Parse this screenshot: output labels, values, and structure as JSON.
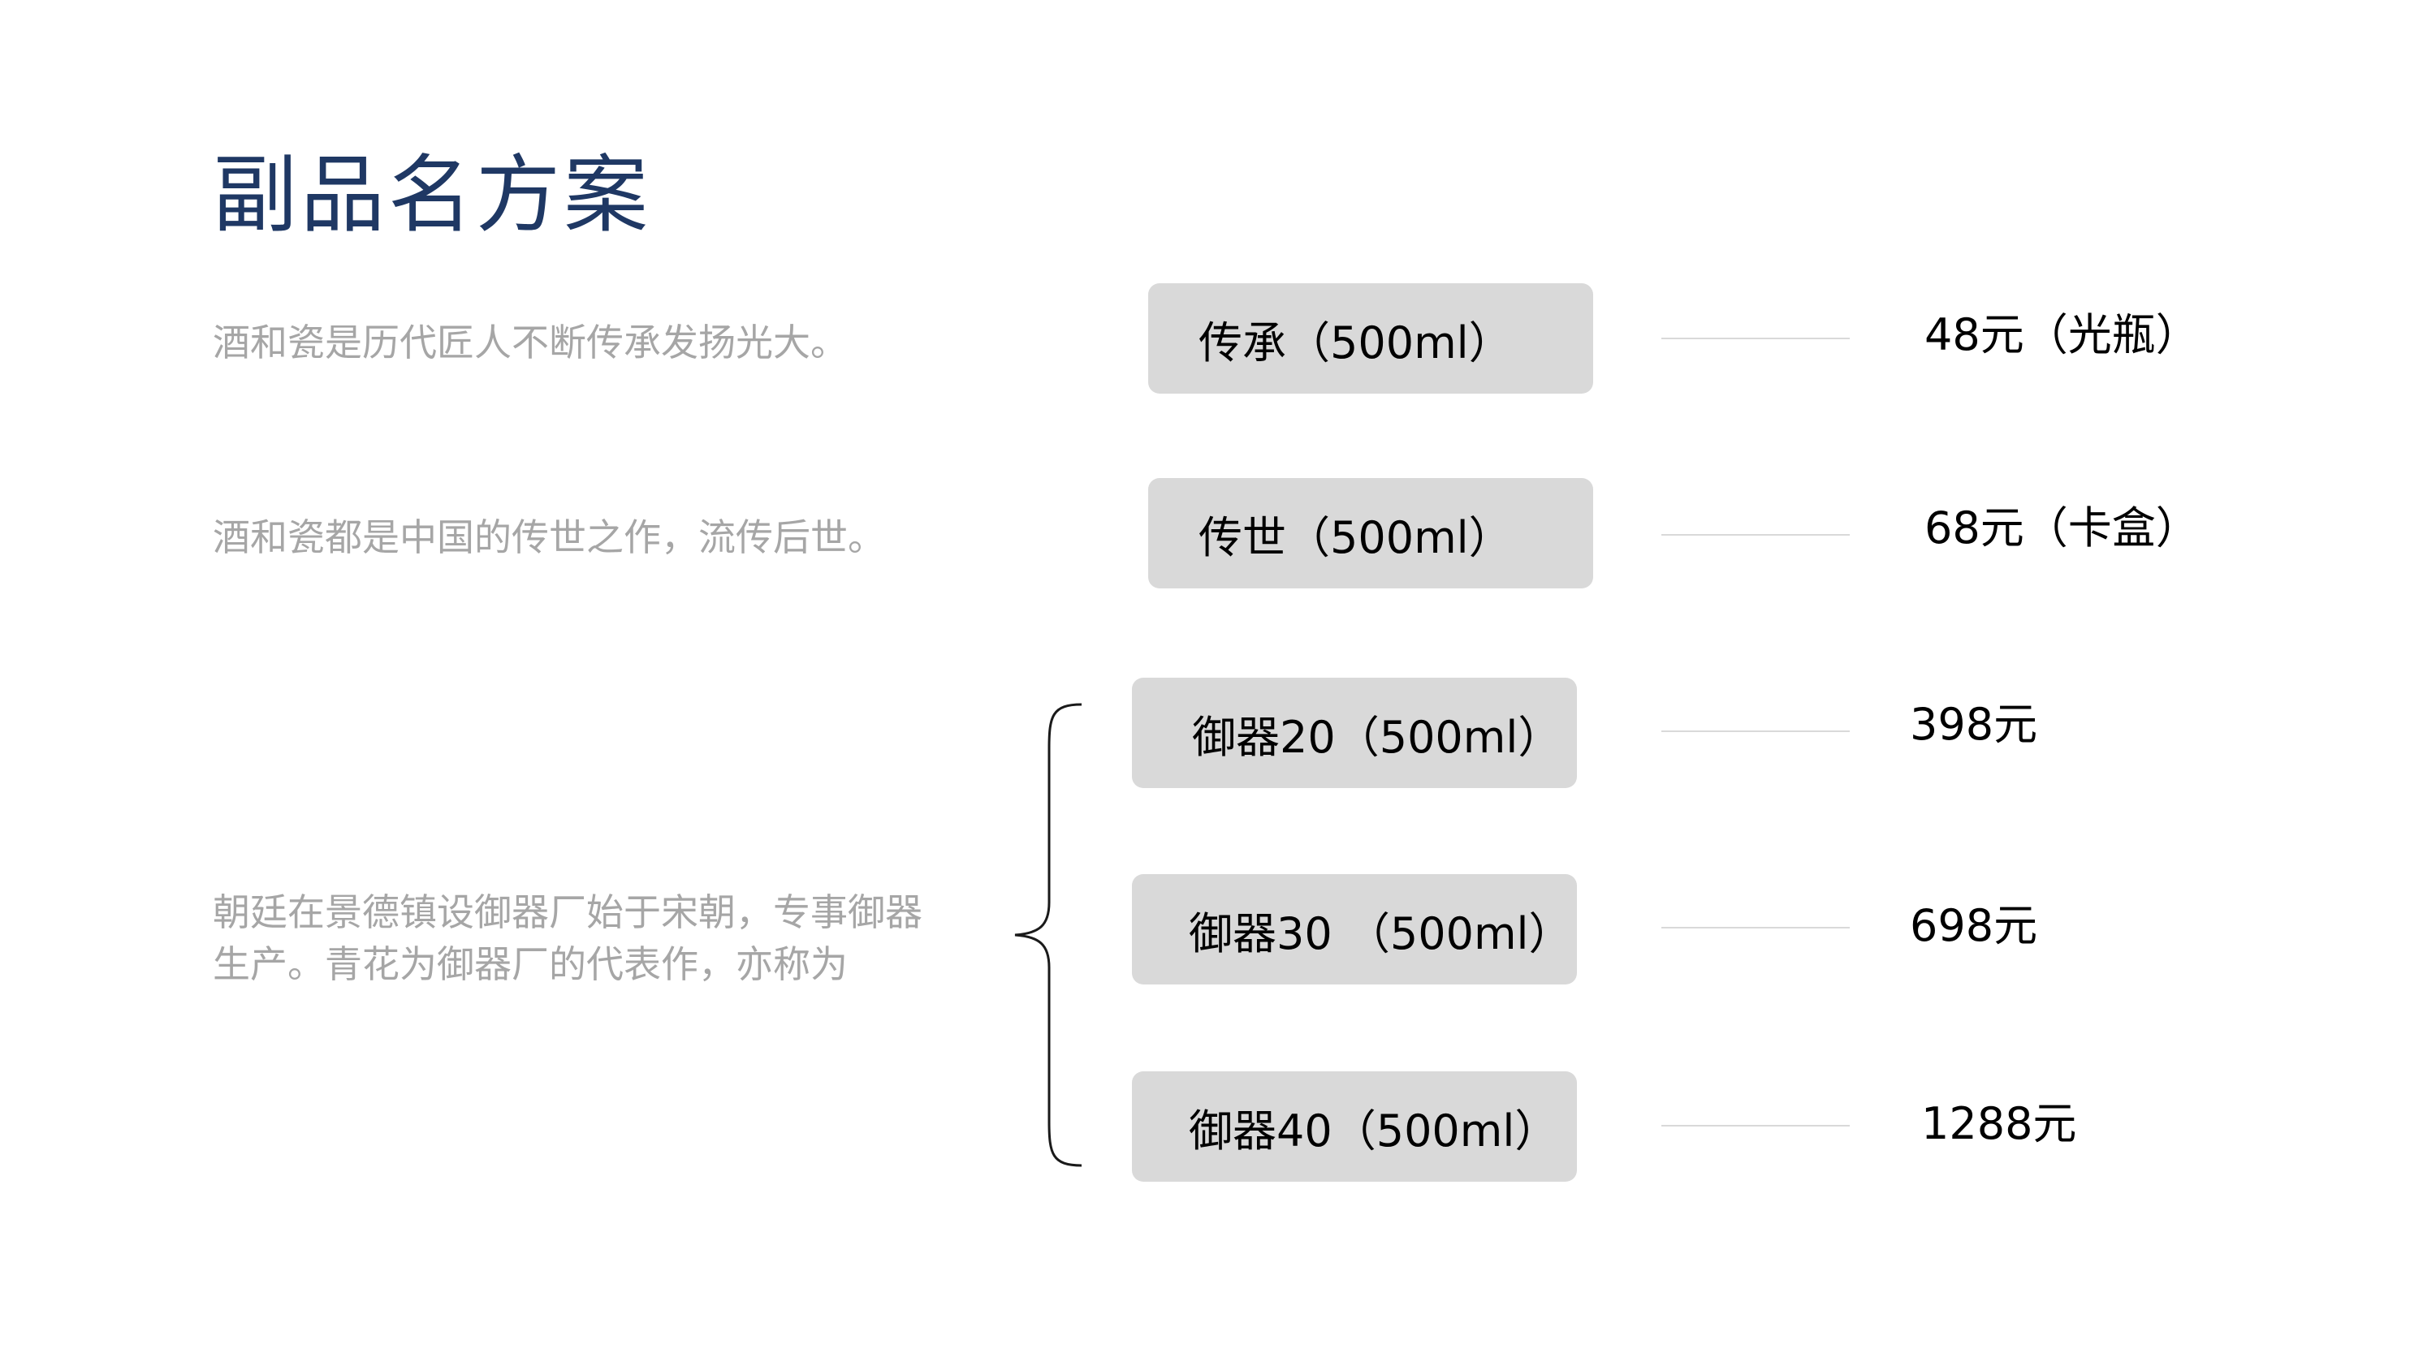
{
  "title": "副品名方案",
  "descriptions": [
    "酒和瓷是历代匠人不断传承发扬光大。",
    "酒和瓷都是中国的传世之作，流传后世。",
    "朝廷在景德镇设御器厂始于宋朝，专事御器",
    "生产。青花为御器厂的代表作，亦称为"
  ],
  "products": [
    {
      "name": "传承（500ml）",
      "price": "48元（光瓶）"
    },
    {
      "name": "传世（500ml）",
      "price": "68元（卡盒）"
    },
    {
      "name": "御器20（500ml）",
      "price": "398元"
    },
    {
      "name": "御器30 （500ml）",
      "price": "698元"
    },
    {
      "name": "御器40（500ml）",
      "price": "1288元"
    }
  ],
  "colors": {
    "title": "#1f3864",
    "description": "#a6a6a6",
    "pill_background": "#d9d9d9",
    "connector": "#d9d9d9",
    "text": "#000000"
  },
  "icons": {
    "grouping": "curly-brace-icon"
  }
}
